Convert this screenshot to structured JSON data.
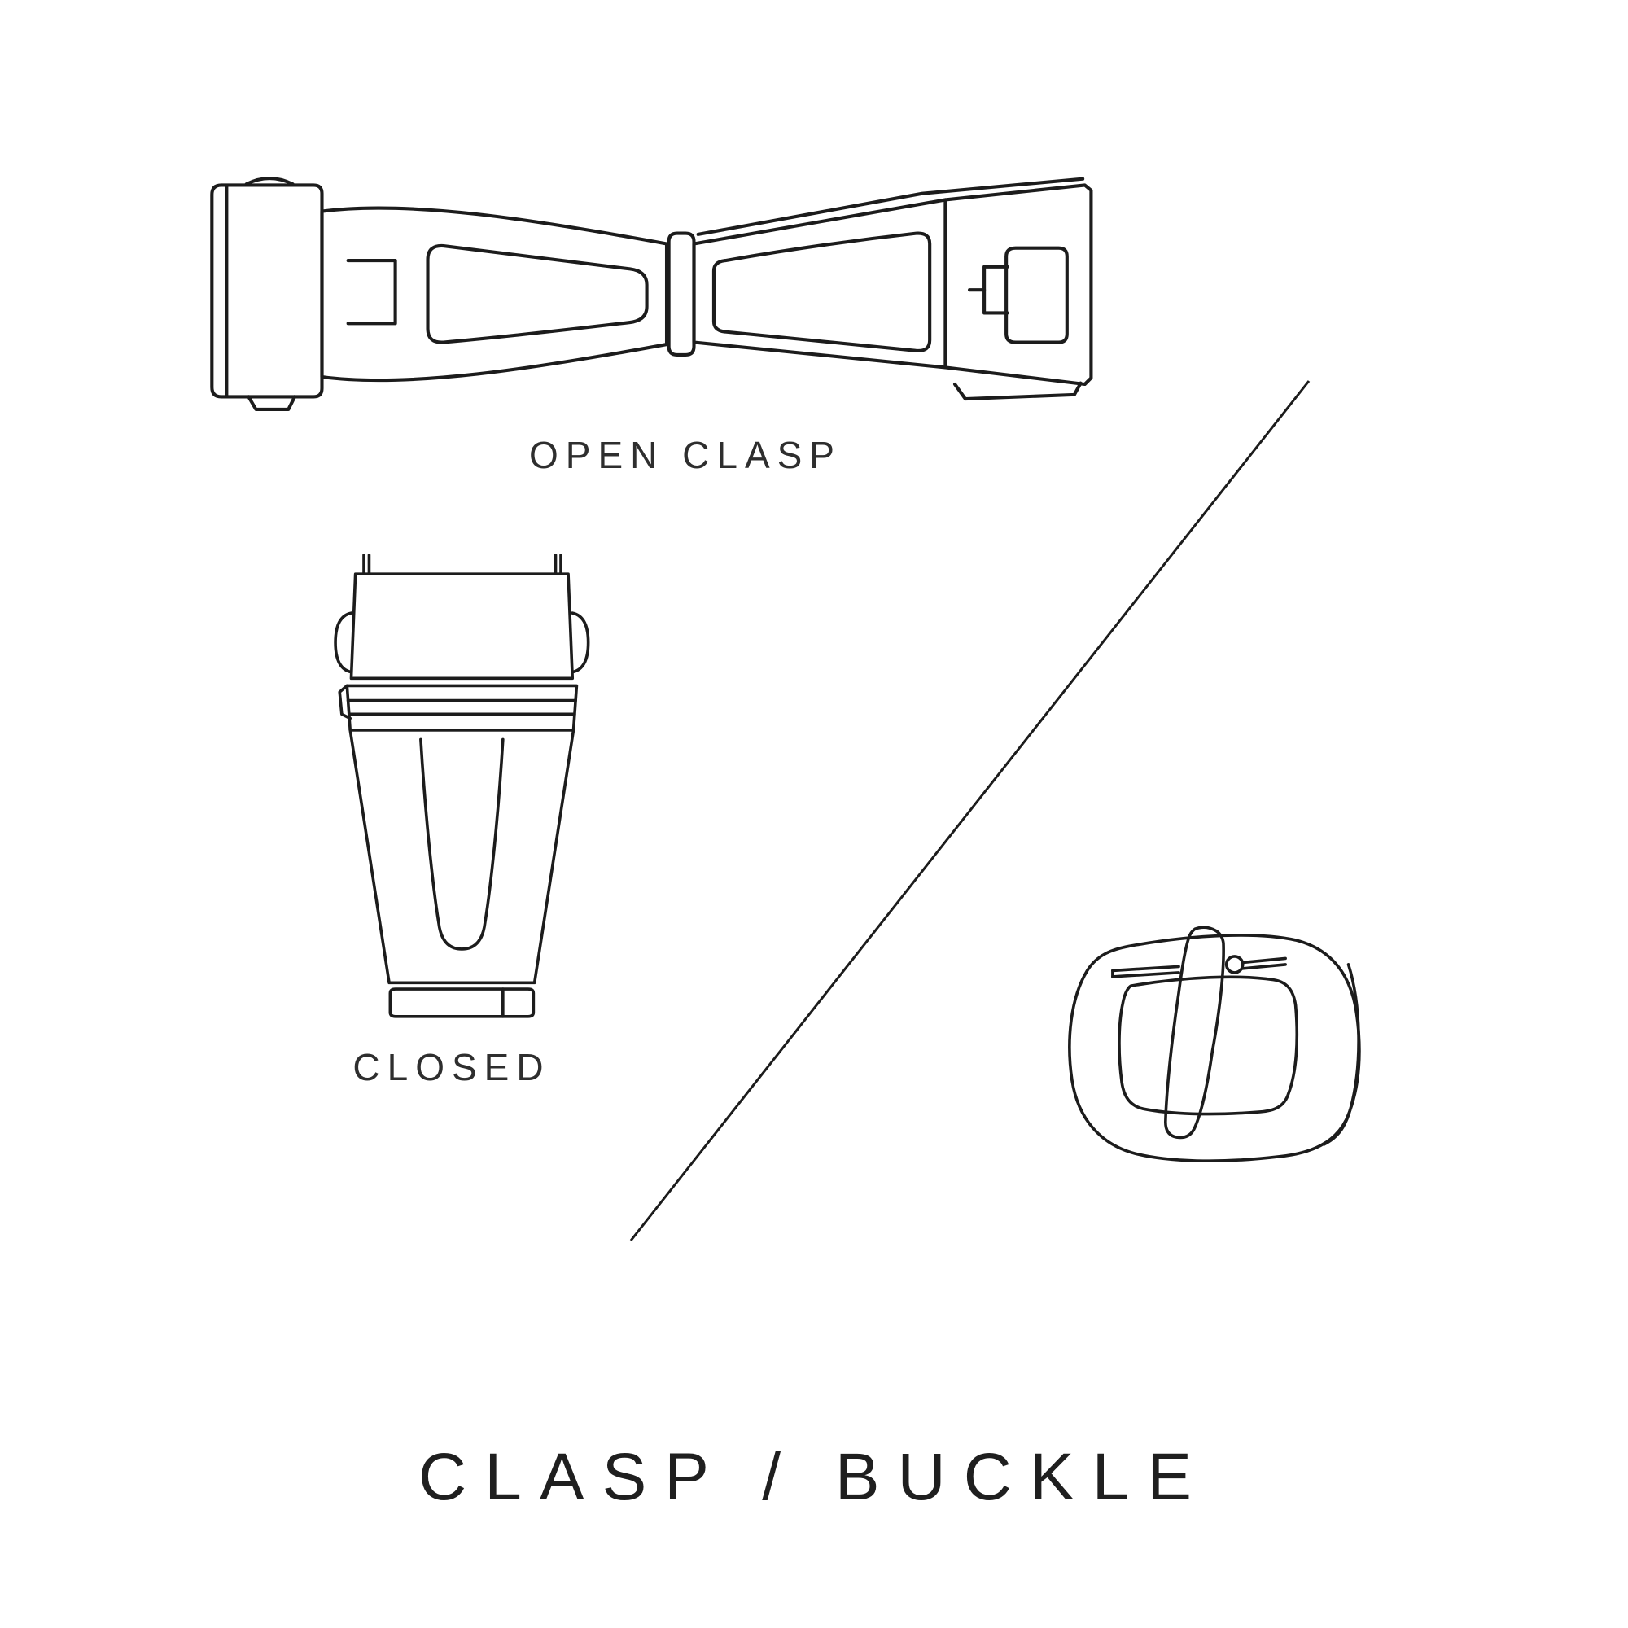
{
  "page": {
    "background_color": "#ffffff",
    "line_color": "#1c1c1c",
    "text_color": "#2e2e2e"
  },
  "labels": {
    "open_clasp": "OPEN CLASP",
    "closed": "CLOSED",
    "title": "CLASP / BUCKLE"
  },
  "illustrations": [
    {
      "name": "open-clasp-illustration",
      "description": "watch deployment clasp shown open"
    },
    {
      "name": "closed-clasp-illustration",
      "description": "watch deployment clasp shown closed"
    },
    {
      "name": "tang-buckle-illustration",
      "description": "watch strap tang buckle with pin"
    }
  ],
  "divider": {
    "name": "diagonal-divider-line"
  }
}
